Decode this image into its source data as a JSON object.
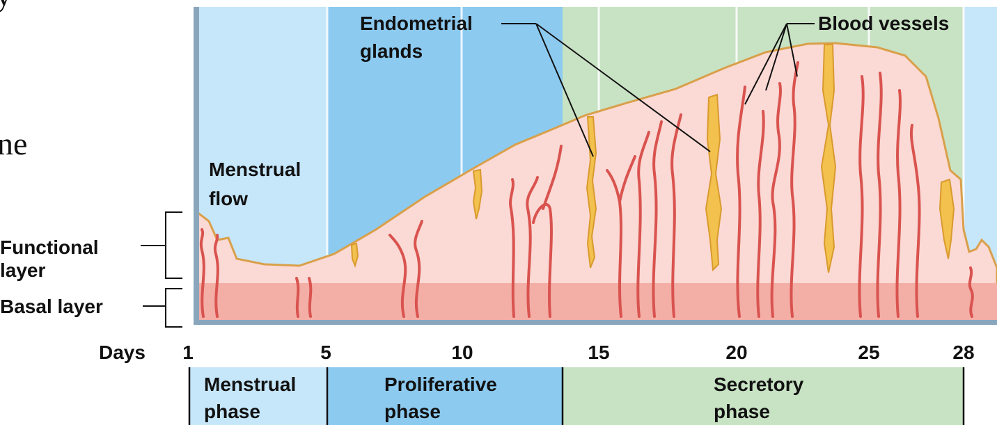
{
  "slide_fragments": {
    "top": "y",
    "middle": "ne"
  },
  "annotations": {
    "endometrial_glands": [
      "Endometrial",
      "glands"
    ],
    "blood_vessels": "Blood vessels",
    "menstrual_flow": [
      "Menstrual",
      "flow"
    ],
    "functional_layer": [
      "Functional",
      "layer"
    ],
    "basal_layer": "Basal layer"
  },
  "axis": {
    "label": "Days",
    "ticks": [
      "1",
      "5",
      "10",
      "15",
      "20",
      "25",
      "28"
    ]
  },
  "phases": [
    {
      "line1": "Menstrual",
      "line2": "phase",
      "color": "#c6e6fa"
    },
    {
      "line1": "Proliferative",
      "line2": "phase",
      "color": "#8ccaf0"
    },
    {
      "line1": "Secretory",
      "line2": "phase",
      "color": "#c8e2c4"
    }
  ],
  "colors": {
    "functional_tissue": "#fbd9d4",
    "basal_tissue": "#f3aea6",
    "tissue_outline": "#d9a04a",
    "gland": "#f2c14e",
    "vessel": "#d9534f",
    "frame": "#8aa6bd"
  }
}
